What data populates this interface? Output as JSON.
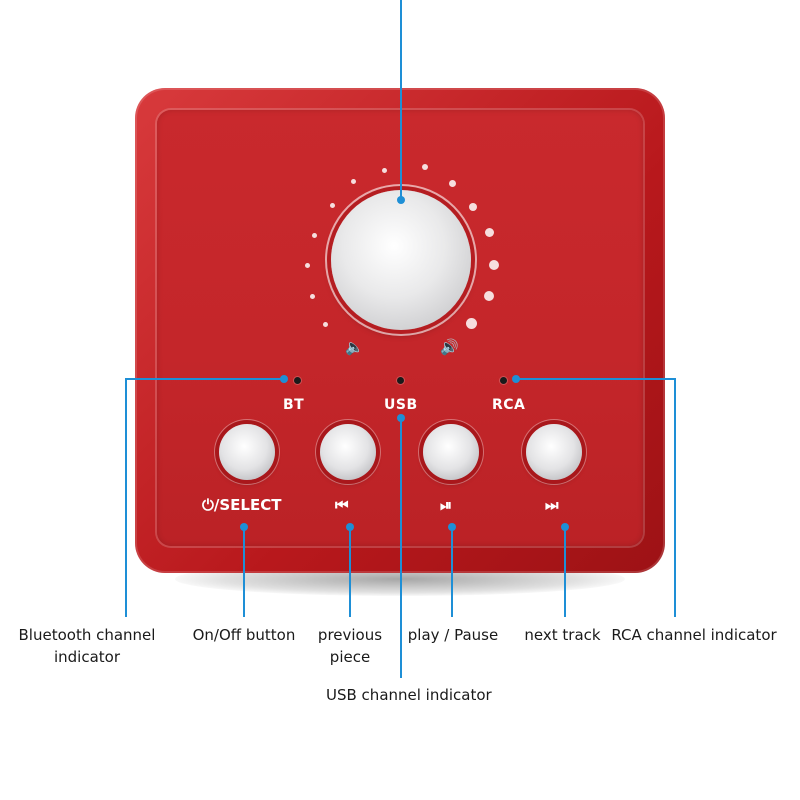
{
  "panel": {
    "indicator_bt": "BT",
    "indicator_usb": "USB",
    "indicator_rca": "RCA",
    "select_label": "/SELECT"
  },
  "icons": {
    "power": "power-icon",
    "previous": "skip-previous-icon",
    "play_pause": "play-pause-icon",
    "next": "skip-next-icon",
    "volume_down": "volume-down-icon",
    "volume_up": "volume-up-icon"
  },
  "callouts": {
    "bluetooth": [
      "Bluetooth channel",
      "indicator"
    ],
    "onoff": "On/Off button",
    "previous": [
      "previous",
      "piece"
    ],
    "play": "play / Pause",
    "next": "next track",
    "rca": "RCA channel indicator",
    "usb": "USB channel indicator"
  },
  "colors": {
    "device": "#c4262a",
    "leader_line": "#1e8fd6",
    "label_text": "#1a1a1a"
  }
}
